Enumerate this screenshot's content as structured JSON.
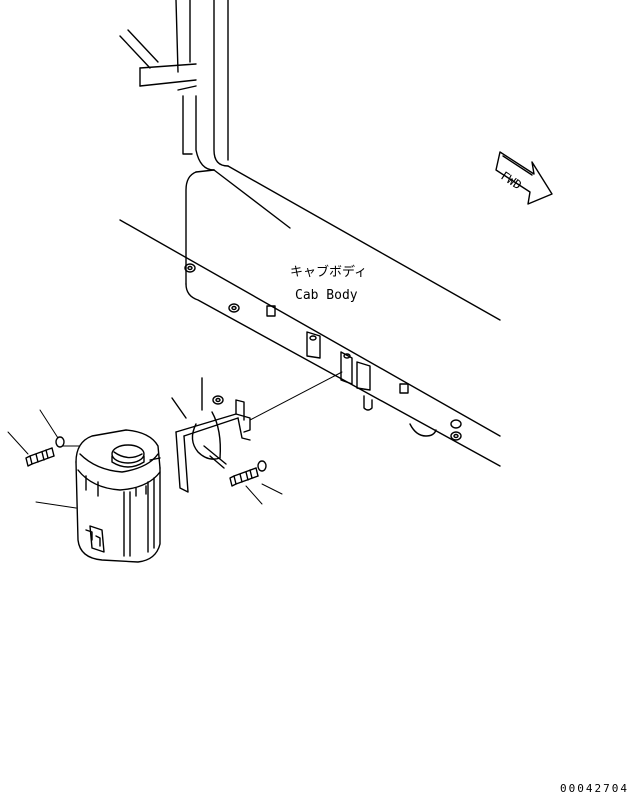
{
  "labels": {
    "cab_body_jp": "キャブボディ",
    "cab_body_en": "Cab Body",
    "fwd": "FWD"
  },
  "drawing_code": "00042704",
  "icons": [
    "cab-body",
    "washer-tank",
    "bracket",
    "bolt",
    "washer",
    "fwd-arrow"
  ]
}
